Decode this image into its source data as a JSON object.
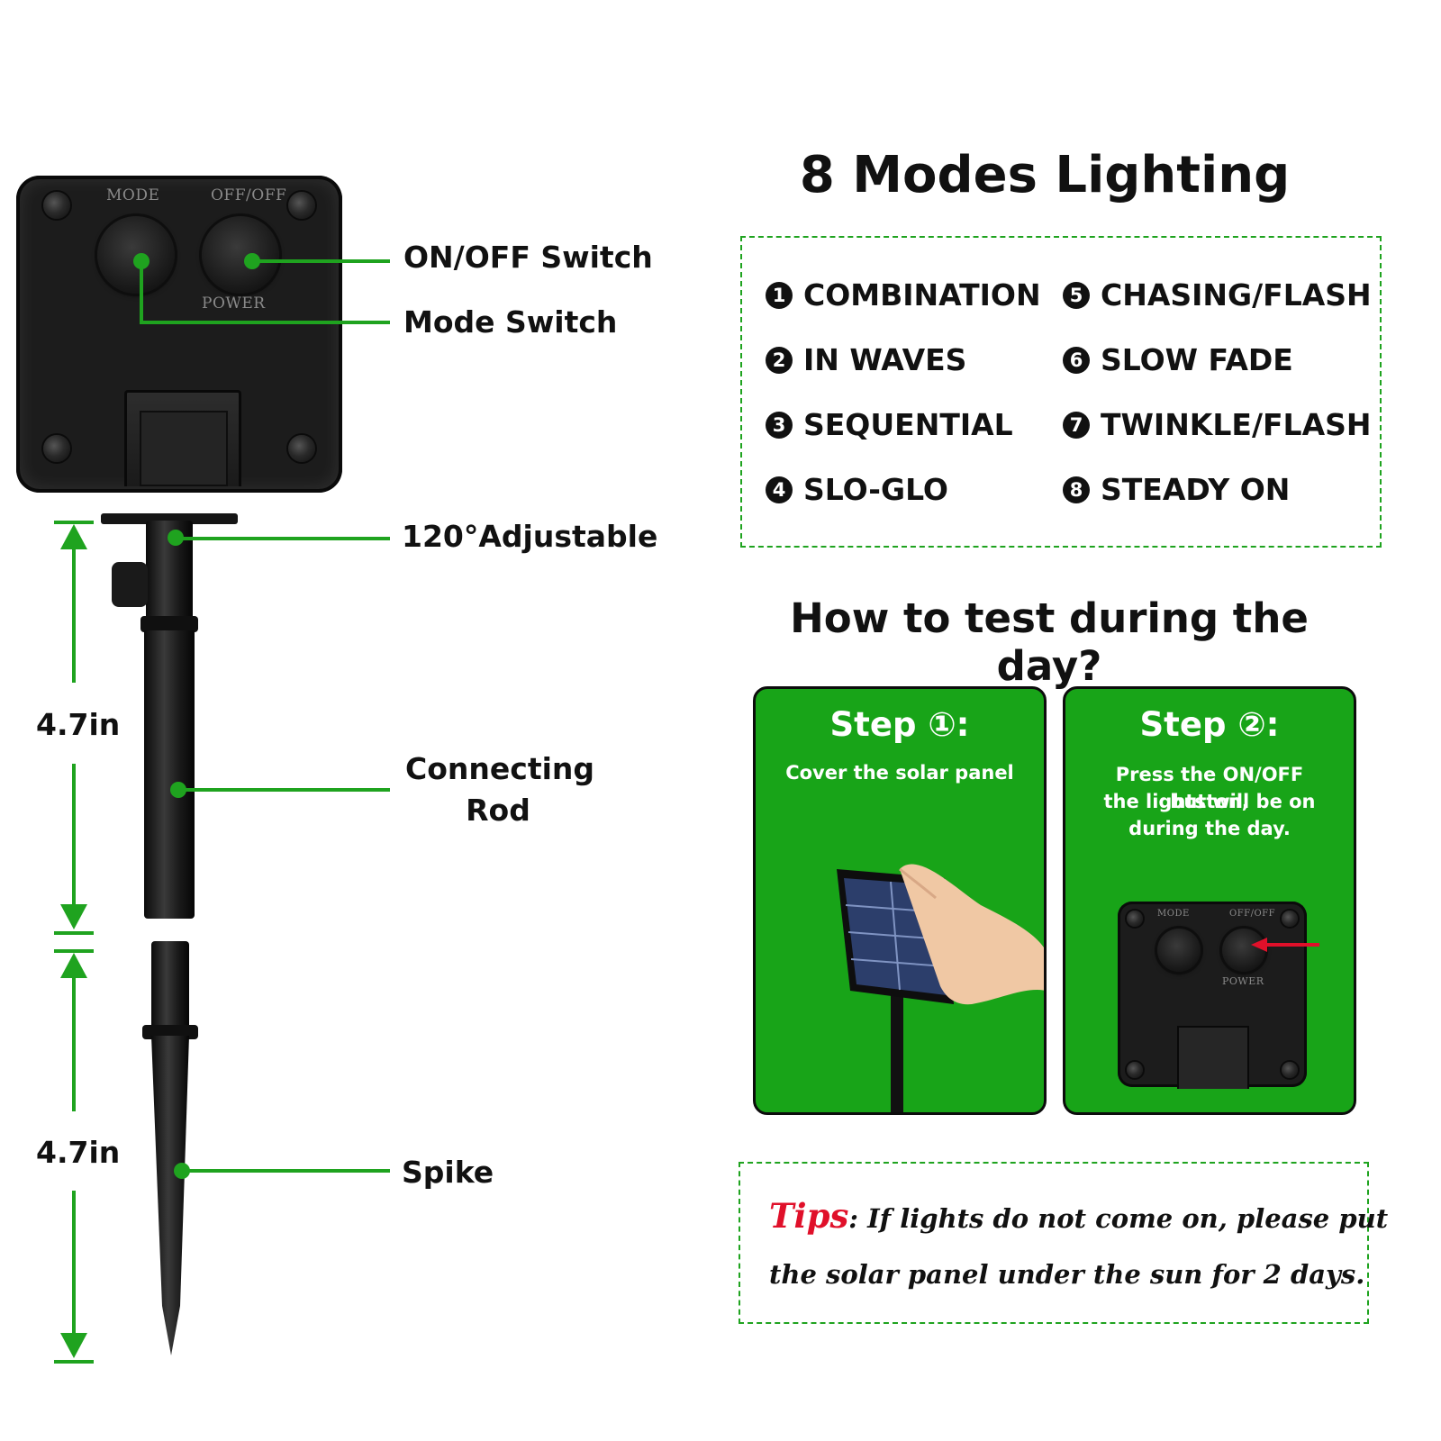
{
  "device": {
    "mode_label": "MODE",
    "offon_label": "OFF/OFF",
    "power_label": "POWER"
  },
  "callouts": {
    "onoff": "ON/OFF Switch",
    "mode": "Mode Switch",
    "adjustable": "120°Adjustable",
    "rod_line1": "Connecting",
    "rod_line2": "Rod",
    "spike": "Spike"
  },
  "dimensions": {
    "upper": "4.7in",
    "lower": "4.7in"
  },
  "modes": {
    "title": "8 Modes Lighting",
    "items": [
      {
        "num": "1",
        "label": "COMBINATION"
      },
      {
        "num": "2",
        "label": "IN WAVES"
      },
      {
        "num": "3",
        "label": "SEQUENTIAL"
      },
      {
        "num": "4",
        "label": "SLO-GLO"
      },
      {
        "num": "5",
        "label": "CHASING/FLASH"
      },
      {
        "num": "6",
        "label": "SLOW FADE"
      },
      {
        "num": "7",
        "label": "TWINKLE/FLASH"
      },
      {
        "num": "8",
        "label": "STEADY ON"
      }
    ]
  },
  "test": {
    "title": "How to test during the day?",
    "step1": {
      "title": "Step ①:",
      "text": "Cover the solar panel"
    },
    "step2": {
      "title": "Step ②:",
      "text1": "Press the ON/OFF button,",
      "text2": "the lights  will be on",
      "text3": "during the day.",
      "mode_label": "MODE",
      "offon_label": "OFF/OFF",
      "power_label": "POWER"
    }
  },
  "tips": {
    "key": "Tips",
    "line1": ": If lights do not come on, please put",
    "line2": "the solar panel under the sun for 2 days."
  },
  "colors": {
    "accent_green": "#1fa31f",
    "card_green": "#18a418",
    "tips_red": "#e0102a"
  }
}
